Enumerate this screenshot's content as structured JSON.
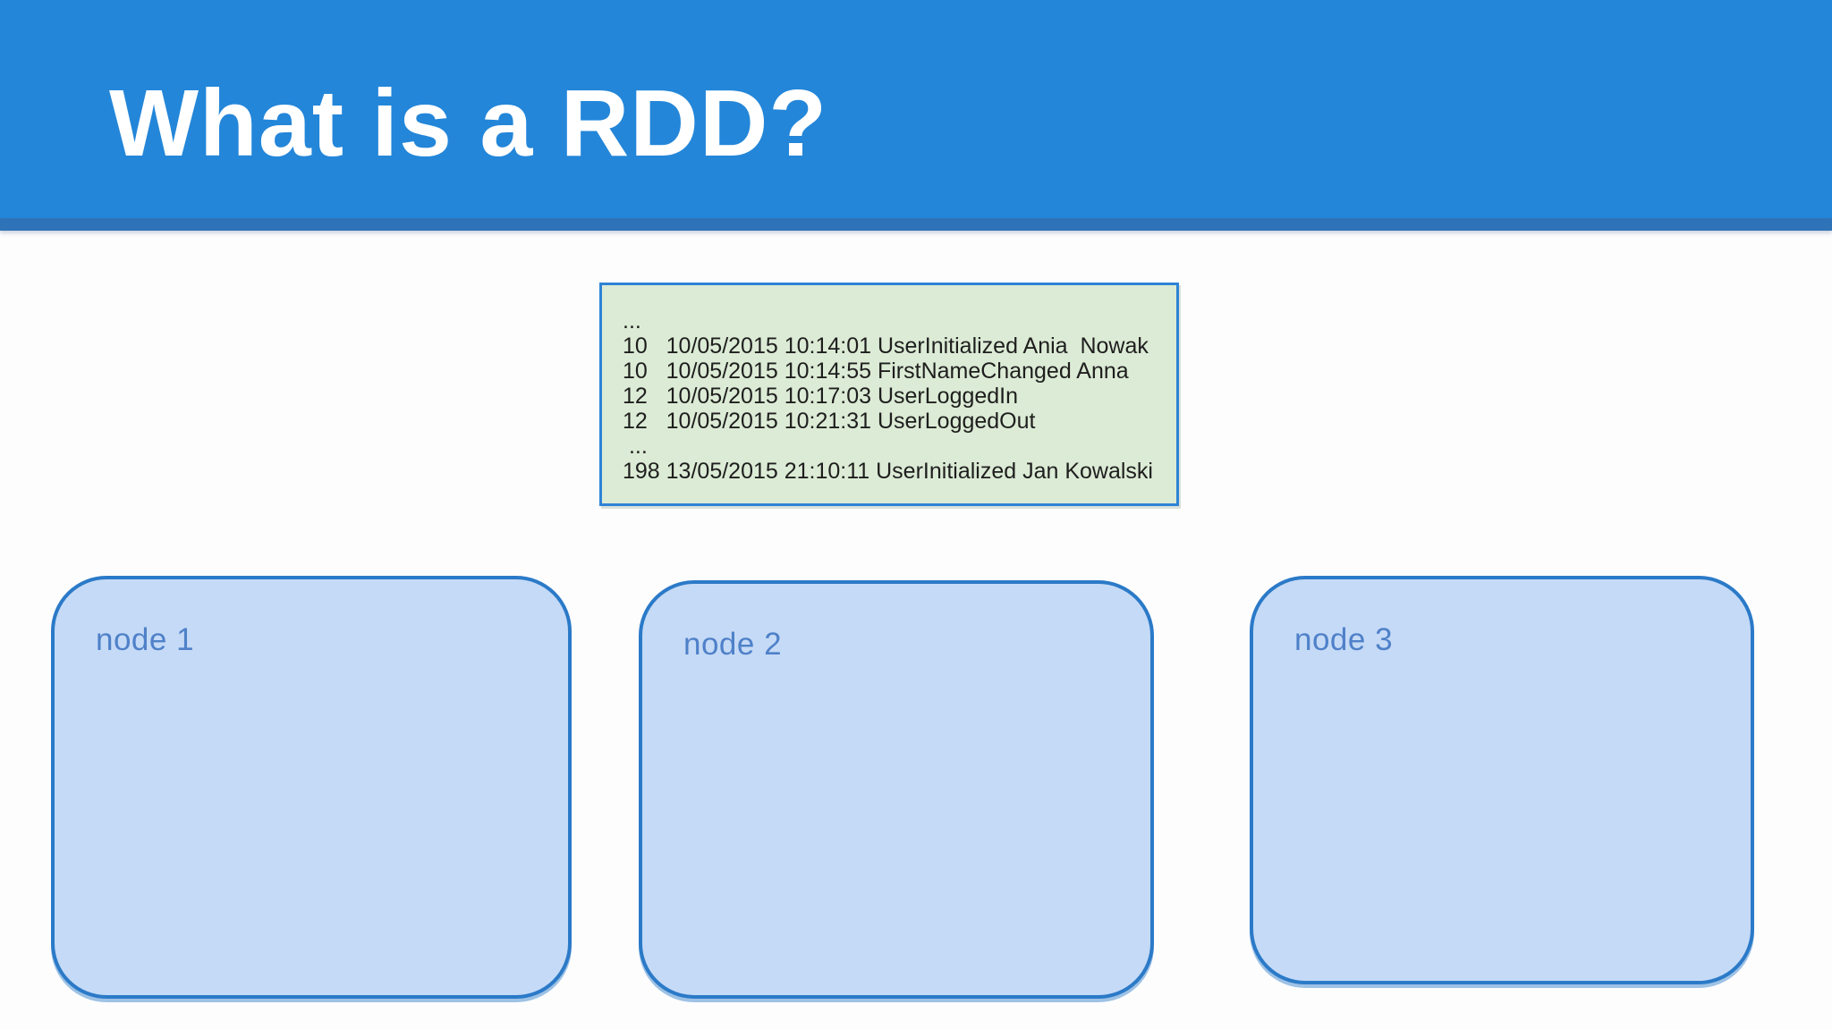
{
  "slide": {
    "title": "What is a RDD?"
  },
  "log_box": {
    "lines": [
      "...",
      "10   10/05/2015 10:14:01 UserInitialized Ania  Nowak",
      "10   10/05/2015 10:14:55 FirstNameChanged Anna",
      "12   10/05/2015 10:17:03 UserLoggedIn",
      "12   10/05/2015 10:21:31 UserLoggedOut",
      " ...",
      "198 13/05/2015 21:10:11 UserInitialized Jan Kowalski"
    ]
  },
  "nodes": [
    {
      "label": "node 1"
    },
    {
      "label": "node 2"
    },
    {
      "label": "node 3"
    }
  ],
  "colors": {
    "header_bg": "#2386d9",
    "header_strip": "#2e72b8",
    "title_text": "#ffffff",
    "log_bg": "#dcebd5",
    "log_border": "#2f83d6",
    "log_text": "#1e1e1e",
    "node_fill": "#c5daf6",
    "node_border": "#2b7ac8",
    "node_label_text": "#4f81c9",
    "body_bg": "#fdfdfe"
  }
}
